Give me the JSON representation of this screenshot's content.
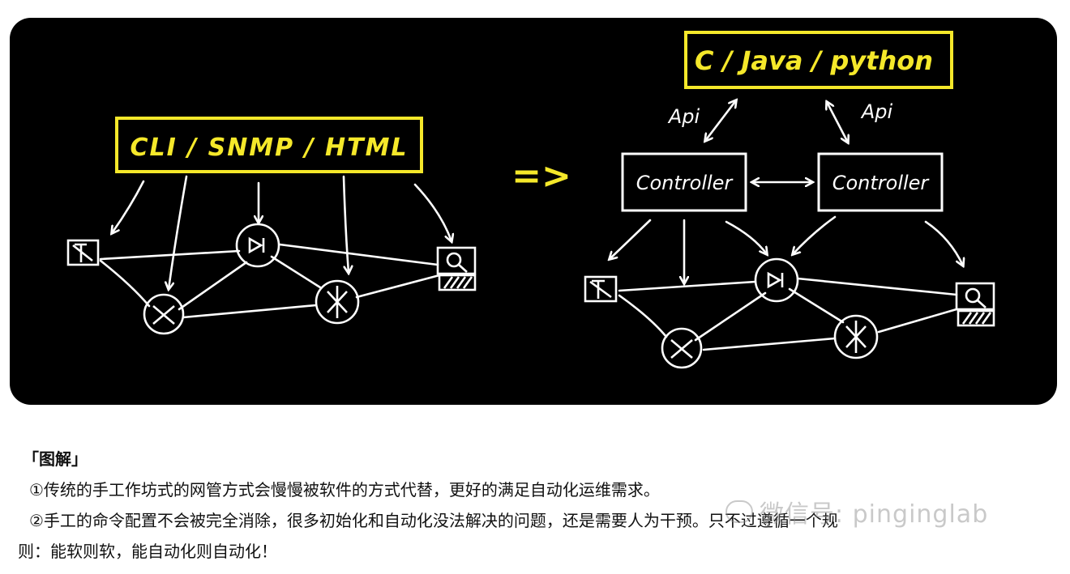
{
  "colors": {
    "background": "#000000",
    "accent": "#f5e82a",
    "stroke": "#ffffff",
    "text": "#111111"
  },
  "left_diagram": {
    "protocol_label": "CLI / SNMP / HTML"
  },
  "transition_symbol": "=>",
  "right_diagram": {
    "language_label": "C / Java / python",
    "api_left": "Api",
    "api_right": "Api",
    "controller_left": "Controller",
    "controller_right": "Controller"
  },
  "icons": [
    "switch-icon",
    "router-icon",
    "firewall-icon",
    "server-icon"
  ],
  "caption": {
    "title": "「图解」",
    "paragraph1": "①传统的手工作坊式的网管方式会慢慢被软件的方式代替，更好的满足自动化运维需求。",
    "paragraph2a": "②手工的命令配置不会被完全消除，很多初始化和自动化没法解决的问题，还是需要人为干预。只不过遵循一个规",
    "paragraph2b": "则：能软则软，能自动化则自动化！"
  },
  "watermark": "微信号: pinginglab"
}
